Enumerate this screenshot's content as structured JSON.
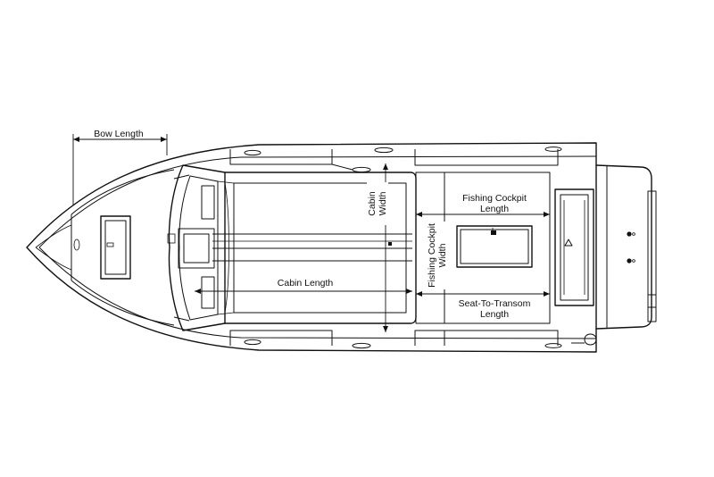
{
  "labels": {
    "bow_length": "Bow Length",
    "cabin_width_1": "Cabin",
    "cabin_width_2": "Width",
    "cabin_length": "Cabin Length",
    "fishing_cockpit_width_1": "Fishing Cockpit",
    "fishing_cockpit_width_2": "Width",
    "fishing_cockpit_length_1": "Fishing Cockpit",
    "fishing_cockpit_length_2": "Length",
    "seat_to_transom_1": "Seat-To-Transom",
    "seat_to_transom_2": "Length"
  }
}
